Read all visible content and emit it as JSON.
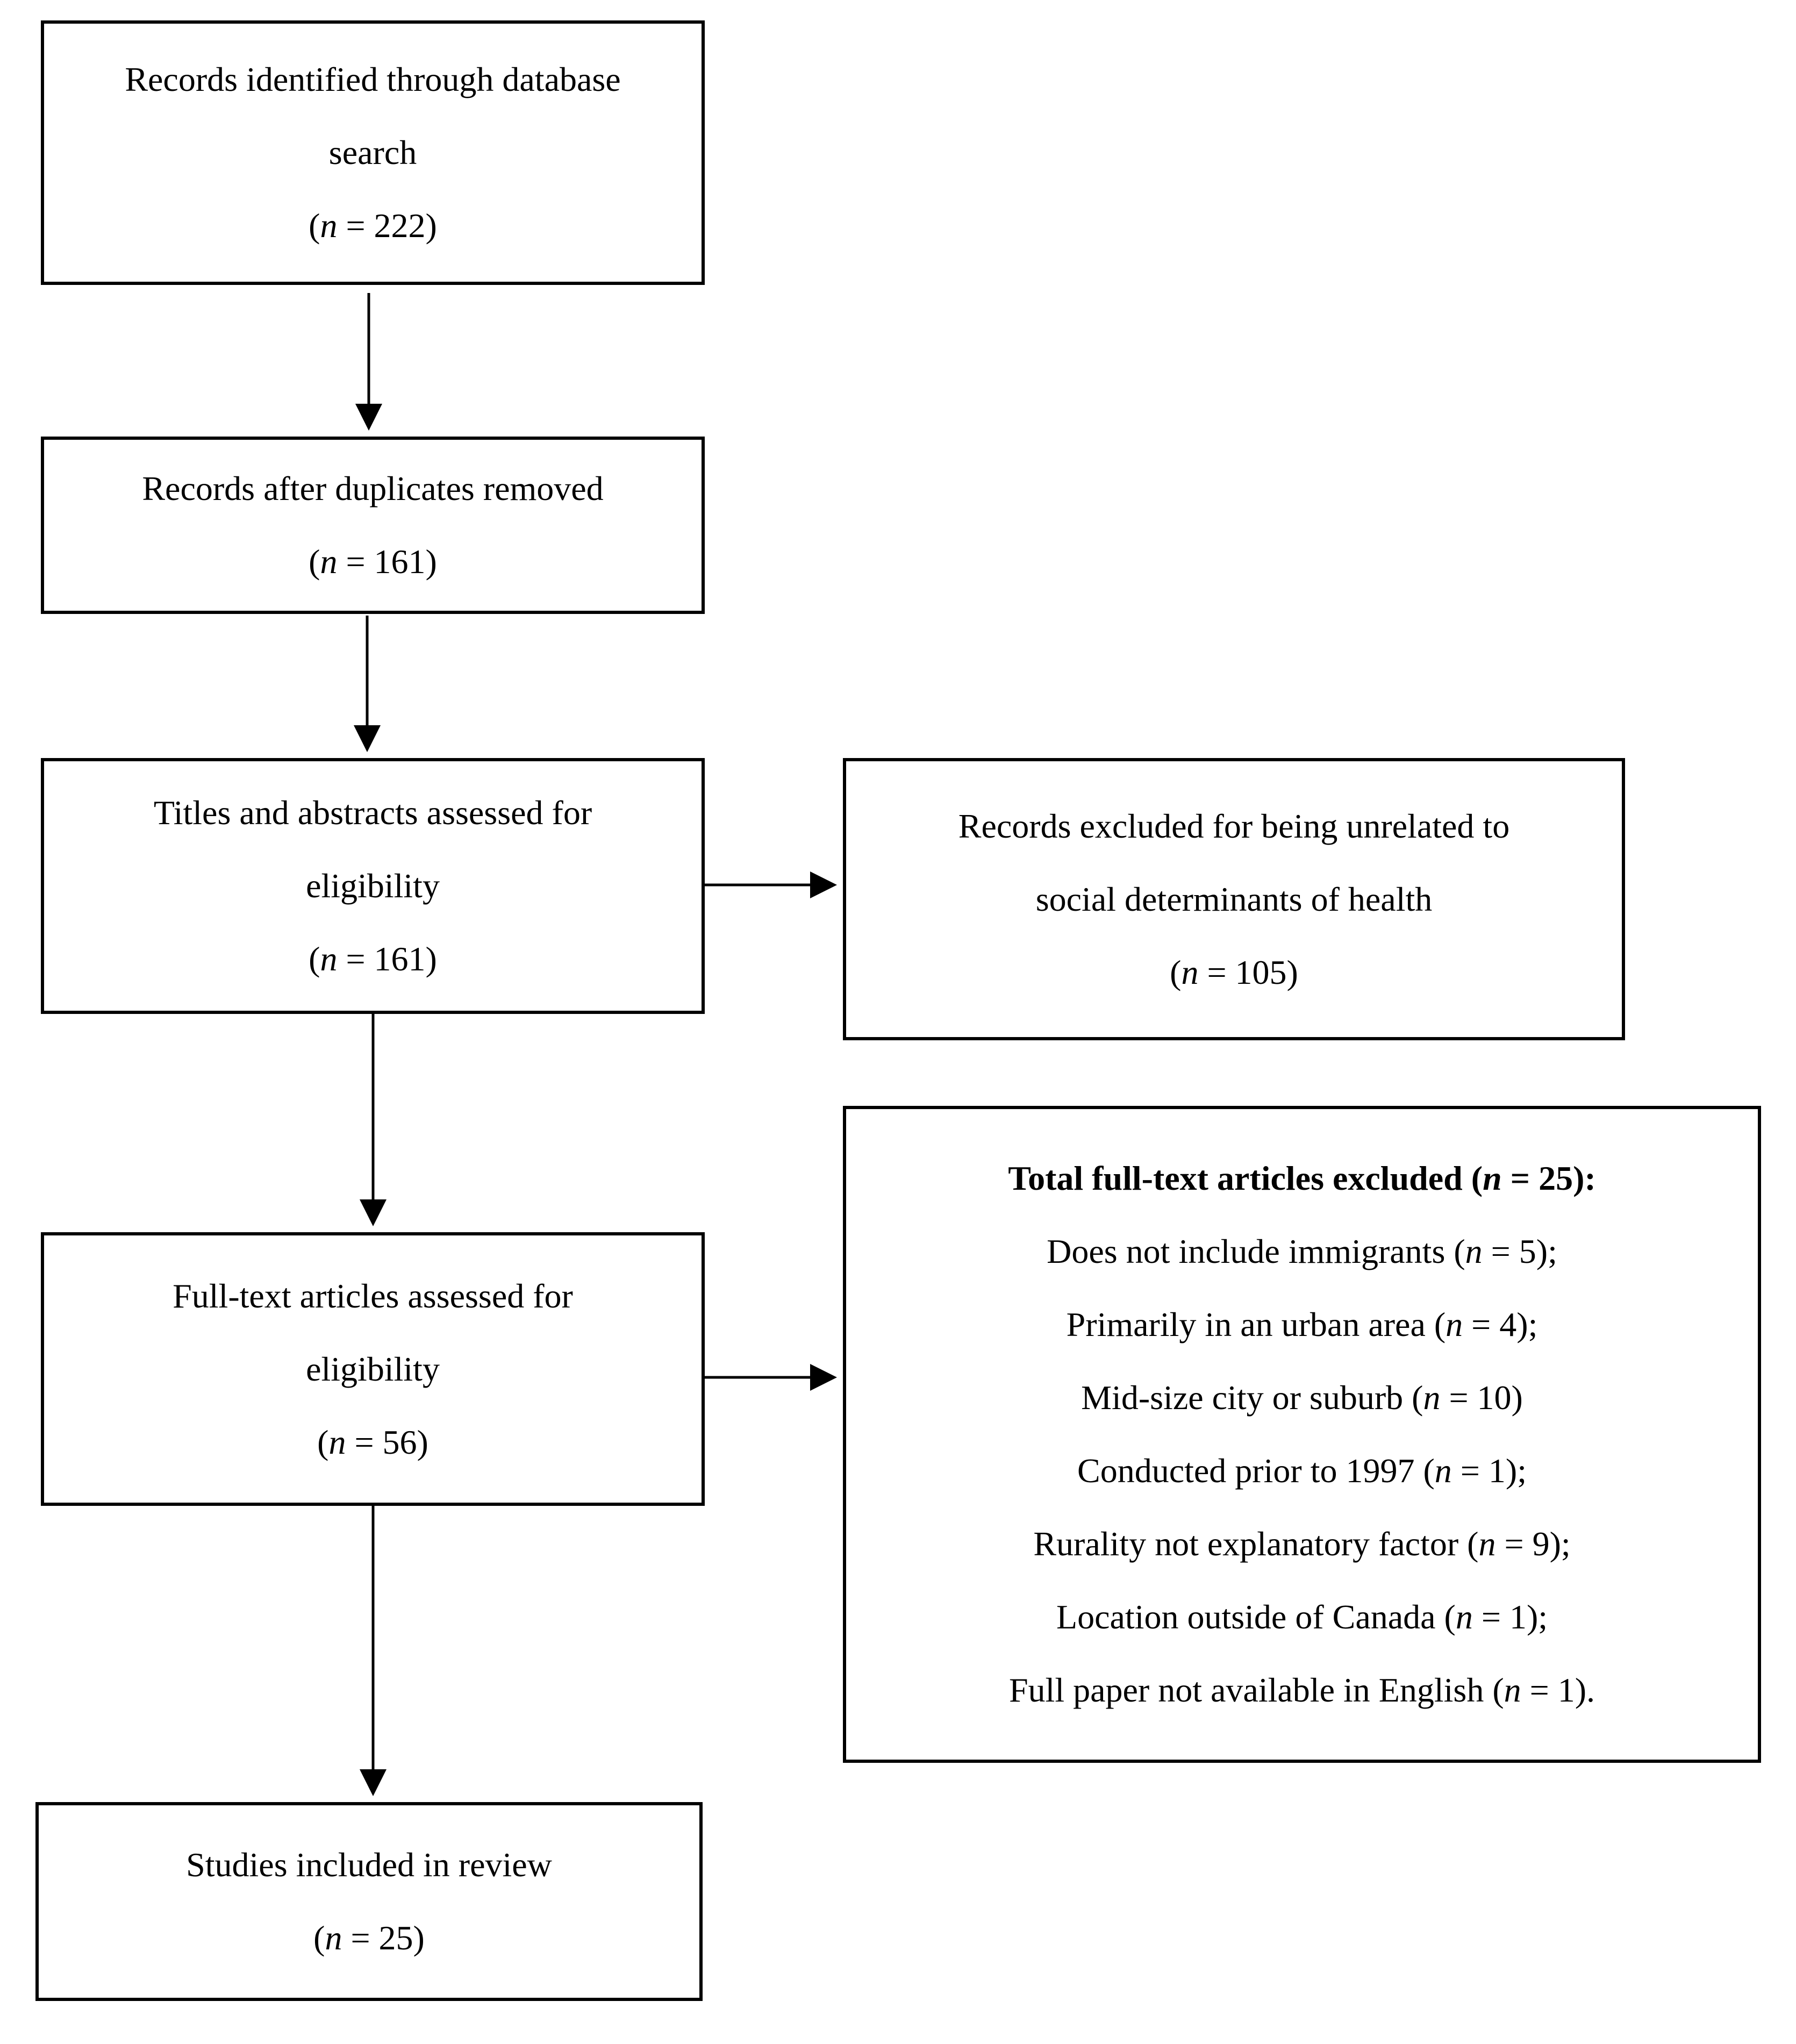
{
  "nodes": {
    "search": {
      "lines": [
        "Records identified through database",
        "search"
      ],
      "count_prefix": "(",
      "n_symbol": "n",
      "count_suffix": " = 222)"
    },
    "dedup": {
      "lines": [
        "Records after duplicates removed"
      ],
      "count_prefix": "(",
      "n_symbol": "n",
      "count_suffix": " = 161)"
    },
    "titles": {
      "lines": [
        "Titles and abstracts assessed for",
        "eligibility"
      ],
      "count_prefix": "(",
      "n_symbol": "n",
      "count_suffix": " = 161)"
    },
    "excluded_records": {
      "lines": [
        "Records excluded for being unrelated to",
        "social determinants of health"
      ],
      "count_prefix": "(",
      "n_symbol": "n",
      "count_suffix": " = 105)"
    },
    "fulltext": {
      "lines": [
        "Full-text articles assessed for",
        "eligibility"
      ],
      "count_prefix": "(",
      "n_symbol": "n",
      "count_suffix": " = 56)"
    },
    "excluded_fulltext": {
      "title": {
        "pre": "Total full-text articles excluded (",
        "n": "n",
        "post": " = 25):"
      },
      "reasons": [
        {
          "pre": "Does not include immigrants (",
          "n": "n",
          "post": " = 5);"
        },
        {
          "pre": "Primarily in an urban area (",
          "n": "n",
          "post": " = 4);"
        },
        {
          "pre": "Mid-size city or suburb (",
          "n": "n",
          "post": " = 10)"
        },
        {
          "pre": "Conducted prior to 1997 (",
          "n": "n",
          "post": " = 1);"
        },
        {
          "pre": "Rurality not explanatory factor (",
          "n": "n",
          "post": " = 9);"
        },
        {
          "pre": "Location outside of Canada (",
          "n": "n",
          "post": " = 1);"
        },
        {
          "pre": "Full paper not available in English (",
          "n": "n",
          "post": " = 1)."
        }
      ]
    },
    "included": {
      "lines": [
        "Studies included in review"
      ],
      "count_prefix": "(",
      "n_symbol": "n",
      "count_suffix": " = 25)"
    }
  },
  "edges": [
    {
      "from": "search",
      "to": "dedup"
    },
    {
      "from": "dedup",
      "to": "titles"
    },
    {
      "from": "titles",
      "to": "excluded_records"
    },
    {
      "from": "titles",
      "to": "fulltext"
    },
    {
      "from": "fulltext",
      "to": "excluded_fulltext"
    },
    {
      "from": "fulltext",
      "to": "included"
    }
  ],
  "colors": {
    "stroke": "#000000",
    "background": "#ffffff"
  }
}
